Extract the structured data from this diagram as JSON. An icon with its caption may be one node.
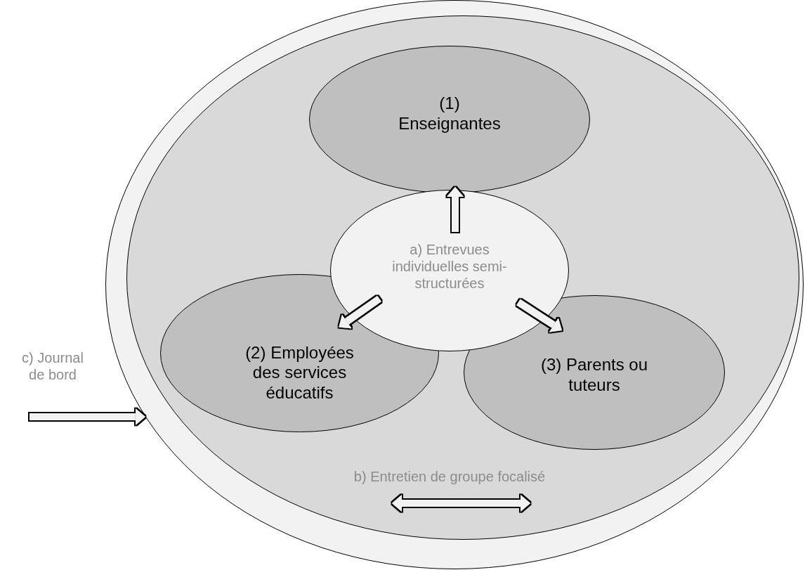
{
  "diagram": {
    "nodes": [
      {
        "text": [],
        "shape": "ellipse"
      },
      {
        "text": [
          "b) Entretien de groupe focalisé"
        ],
        "in": 0
      },
      {
        "text": [
          "(1) Enseignantes"
        ],
        "in": 1
      },
      {
        "text": [
          "a) Entrevues individuelles semi-structurées"
        ],
        "in": 1
      },
      {
        "text": [
          "(2) Employées des services éducatifs"
        ],
        "in": 1
      },
      {
        "text": [
          "(3) Parents ou tuteurs"
        ],
        "in": 1
      }
    ],
    "edges": [
      {
        "from": 3,
        "to": 2,
        "arrow": "to"
      },
      {
        "from": 3,
        "to": 4,
        "arrow": "to"
      },
      {
        "from": 3,
        "to": 5,
        "arrow": "to"
      },
      {
        "from": null,
        "to": 0,
        "arrow": "to",
        "label": "c) Journal de bord"
      }
    ]
  }
}
